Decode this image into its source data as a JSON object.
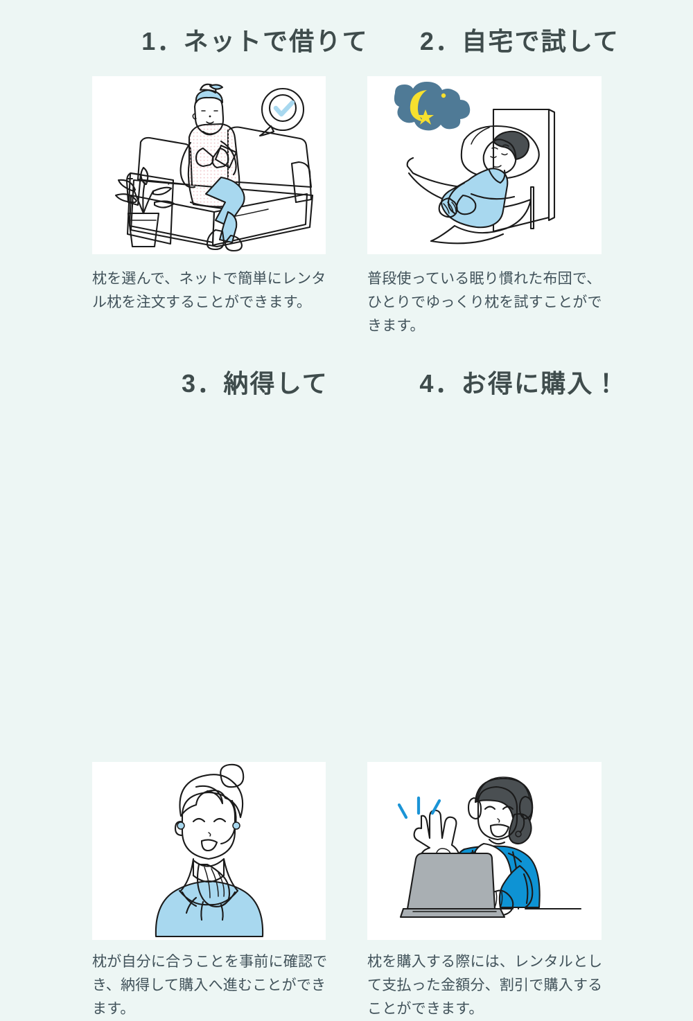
{
  "page": {
    "background_color": "#edf6f4",
    "title_color": "#3f4c4c",
    "caption_color": "#41525a",
    "accent_blue": "#a8d8ef",
    "accent_blue_deep": "#0e93d4",
    "night_color": "#4f7a96",
    "moon_color": "#f7e02e"
  },
  "steps": [
    {
      "number": "1",
      "title": "1．ネットで借りて",
      "caption": "枕を選んで、ネットで簡単にレンタル枕を注文することができます。",
      "illustration": "woman-on-sofa-with-smartphone-illustration"
    },
    {
      "number": "2",
      "title": "2．自宅で試して",
      "caption": "普段使っている眠り慣れた布団で、ひとりでゆっくり枕を試すことができます。",
      "illustration": "man-sleeping-in-bed-illustration"
    },
    {
      "number": "3",
      "title": "3．納得して",
      "caption": "枕が自分に合うことを事前に確認でき、納得して購入へ進むことができます。",
      "illustration": "smiling-woman-hands-clasped-illustration"
    },
    {
      "number": "4",
      "title": "4．お得に購入！",
      "caption": "枕を購入する際には、レンタルとして支払った金額分、割引で購入することができます。",
      "illustration": "support-agent-with-laptop-illustration"
    }
  ]
}
